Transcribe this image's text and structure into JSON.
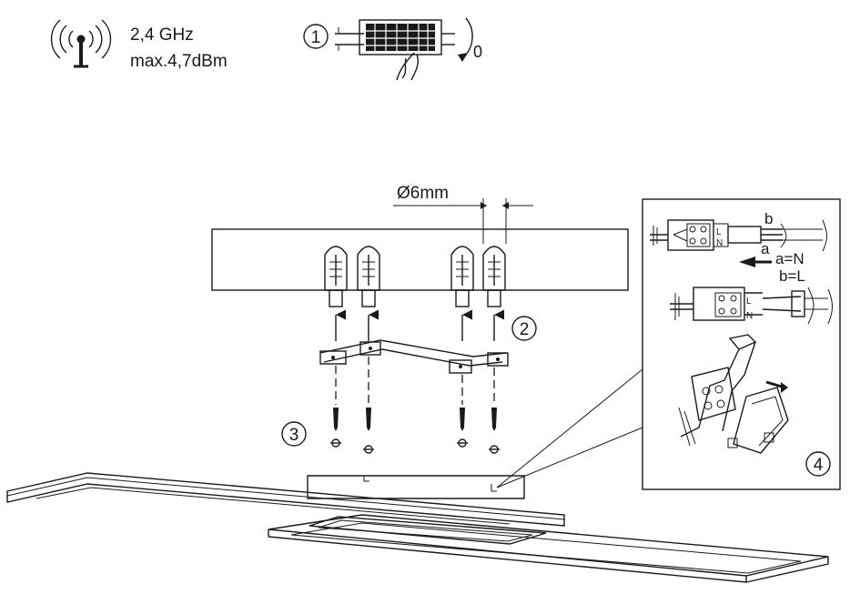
{
  "radio": {
    "icon": "wireless-antenna-icon",
    "frequency": "2,4 GHz",
    "power": "max.4,7dBm"
  },
  "steps": {
    "step1": "1",
    "step2": "2",
    "step3": "3",
    "step4": "4"
  },
  "switch_position": "0",
  "drill": {
    "diameter": "Ø6mm"
  },
  "wiring": {
    "wire_b": "b",
    "wire_a": "a",
    "legend_a": "a=N",
    "legend_b": "b=L",
    "terminal_l": "L",
    "terminal_n": "N"
  },
  "colors": {
    "line": "#1a1a1a",
    "background": "#ffffff"
  }
}
